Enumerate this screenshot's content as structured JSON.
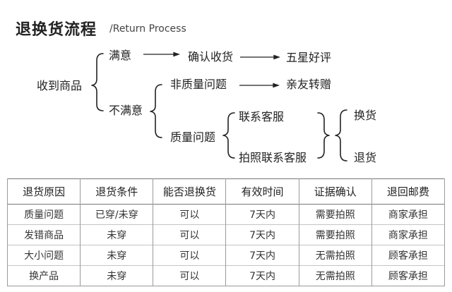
{
  "header": {
    "title": "退换货流程",
    "subtitle": "/Return Process"
  },
  "flow": {
    "root": "收到商品",
    "satisfied": "满意",
    "confirm_receipt": "确认收货",
    "five_star": "五星好评",
    "unsatisfied": "不满意",
    "non_quality": "非质量问题",
    "gift_friends": "亲友转赠",
    "quality": "质量问题",
    "contact_service": "联系客服",
    "photo_contact_service": "拍照联系客服",
    "exchange": "换货",
    "return": "退货"
  },
  "table": {
    "headers": [
      "退货原因",
      "退货条件",
      "能否退换货",
      "有效时间",
      "证据确认",
      "退回邮费"
    ],
    "rows": [
      [
        "质量问题",
        "已穿/未穿",
        "可以",
        "7天内",
        "需要拍照",
        "商家承担"
      ],
      [
        "发错商品",
        "未穿",
        "可以",
        "7天内",
        "需要拍照",
        "商家承担"
      ],
      [
        "大小问题",
        "未穿",
        "可以",
        "7天内",
        "无需拍照",
        "顾客承担"
      ],
      [
        "换产品",
        "未穿",
        "可以",
        "7天内",
        "无需拍照",
        "顾客承担"
      ]
    ]
  }
}
